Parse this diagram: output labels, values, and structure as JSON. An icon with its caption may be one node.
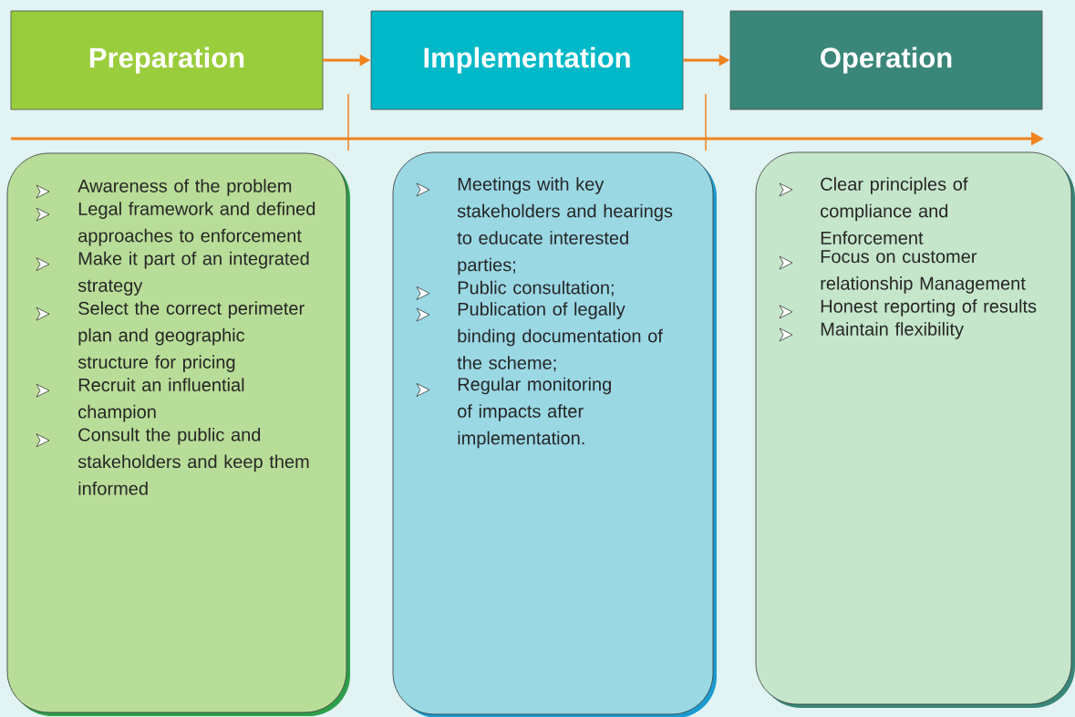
{
  "diagram": {
    "nodes": [
      {
        "text": [
          "Preparation"
        ]
      },
      {
        "text": [
          "Implementation"
        ]
      },
      {
        "text": [
          "Operation"
        ]
      },
      {
        "text": [
          "Awareness of the problem",
          "Legal framework and defined approaches to enforcement",
          "Make it part of an integrated strategy",
          "Select the correct perimeter plan and geographic structure for pricing",
          "Recruit an influential champion",
          "Consult the public and stakeholders and keep them informed"
        ]
      },
      {
        "text": [
          "Meetings with key stakeholders and hearings to educate interested parties;",
          "Public consultation;",
          "Publication of legally binding documentation of the scheme;",
          "Regular monitoring of impacts after implementation."
        ]
      },
      {
        "text": [
          "Clear principles of compliance and Enforcement",
          "Focus on customer relationship Management",
          "Honest reporting of results",
          "Maintain flexibility"
        ]
      }
    ],
    "edges": [
      {
        "from": 0,
        "to": 1,
        "arrow": "to"
      },
      {
        "from": 1,
        "to": 2,
        "arrow": "to"
      }
    ]
  }
}
